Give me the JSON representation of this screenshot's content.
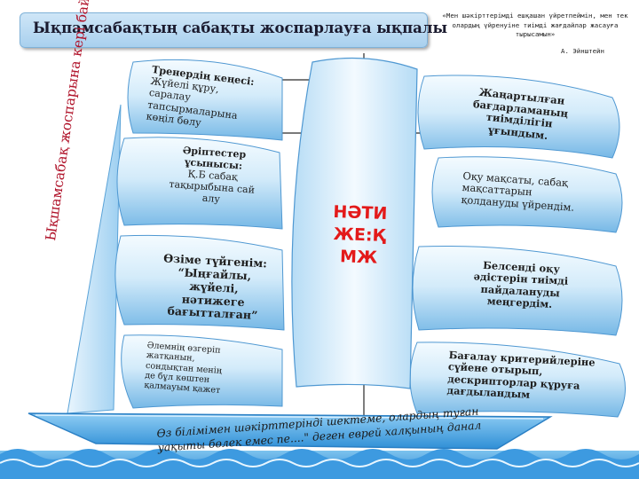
{
  "title": "Ықпамсабақтың сабақты жоспарлауға ықпалы",
  "quote": {
    "text": "«Мен шәкірттерімді ешқашан үйретпеймін, мен тек олардың үйренуіне тиімді жағдайлар жасауға тырысамын»",
    "author": "А. Эйнштейн"
  },
  "mast_label": "Ықшамсабақ жоспарына кері байланыс",
  "center_label": [
    "НӘТИ",
    "ЖЕ:Қ",
    "МЖ"
  ],
  "left_sails": [
    {
      "lines": [
        "Тренердің кеңесі:",
        "Жүйелі құру,",
        "саралау",
        "тапсырмаларына",
        "көңіл бөлу"
      ]
    },
    {
      "lines": [
        "Әріптестер",
        "ұсынысы:",
        "Қ.Б сабақ",
        "тақырыбына сай",
        "алу"
      ]
    },
    {
      "lines": [
        "Өзіме түйгенім:",
        "“Ыңғайлы,",
        "жүйелі, нәтижеге",
        "бағытталған”"
      ]
    },
    {
      "lines": [
        "Әлемнің өзгеріп",
        "жатқанын,",
        "сондықтан менің",
        "де бұл көштен",
        "қалмауым қажет"
      ]
    }
  ],
  "right_sails": [
    {
      "lines": [
        "Жаңартылған",
        "бағдарламаның",
        "тиімділігін",
        "ұғындым."
      ]
    },
    {
      "lines": [
        "Оқу мақсаты, сабақ",
        "мақсаттарын",
        "қолдануды үйрендім."
      ]
    },
    {
      "lines": [
        "Белсенді оқу",
        "әдістерін тиімді",
        "пайдалануды",
        "меңгердім."
      ]
    },
    {
      "lines": [
        "Бағалау критерийлеріне",
        "сүйене отырып,",
        "дескрипторлар құруға",
        "дағдыландым"
      ]
    }
  ],
  "hull_text": [
    "Өз білімімен шәкірттерінді шектеме, олардың туған",
    "уақыты бөлек емес пе....\" деген еврей халқының данал"
  ],
  "colors": {
    "sail_light": "#eaf5fc",
    "sail_mid": "#a9d4f2",
    "sail_dark": "#3d8fce",
    "center_text": "#e31a1a",
    "mast_text": "#b0132a",
    "hull": "#4fa9e6"
  }
}
